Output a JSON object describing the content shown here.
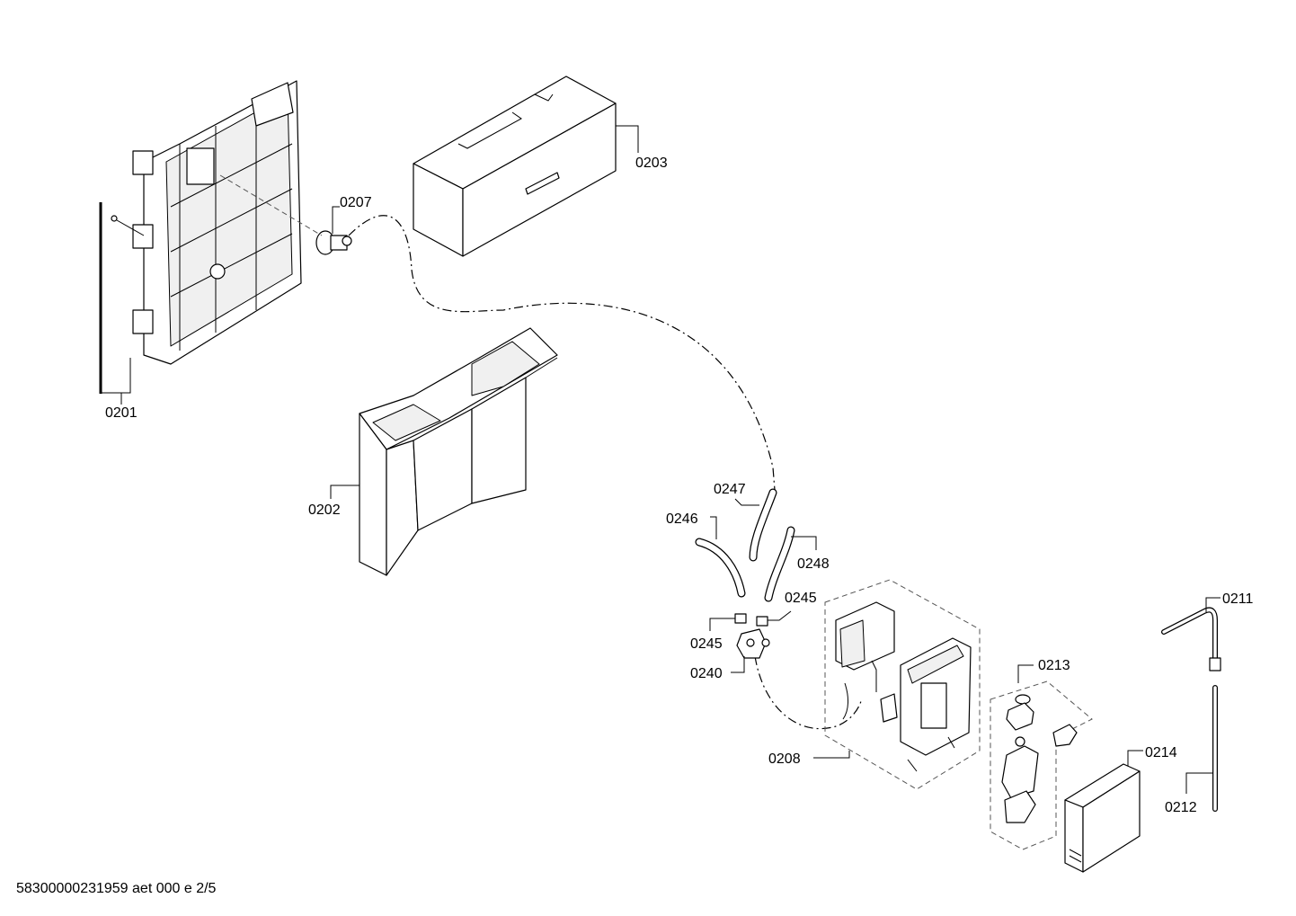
{
  "labels": {
    "p0201": "0201",
    "p0202": "0202",
    "p0203": "0203",
    "p0207": "0207",
    "p0208": "0208",
    "p0211": "0211",
    "p0212": "0212",
    "p0213": "0213",
    "p0214": "0214",
    "p0240": "0240",
    "p0245a": "0245",
    "p0245b": "0245",
    "p0246": "0246",
    "p0247": "0247",
    "p0248": "0248"
  },
  "footer": {
    "document_id": "58300000231959 aet 000 e 2/5"
  }
}
